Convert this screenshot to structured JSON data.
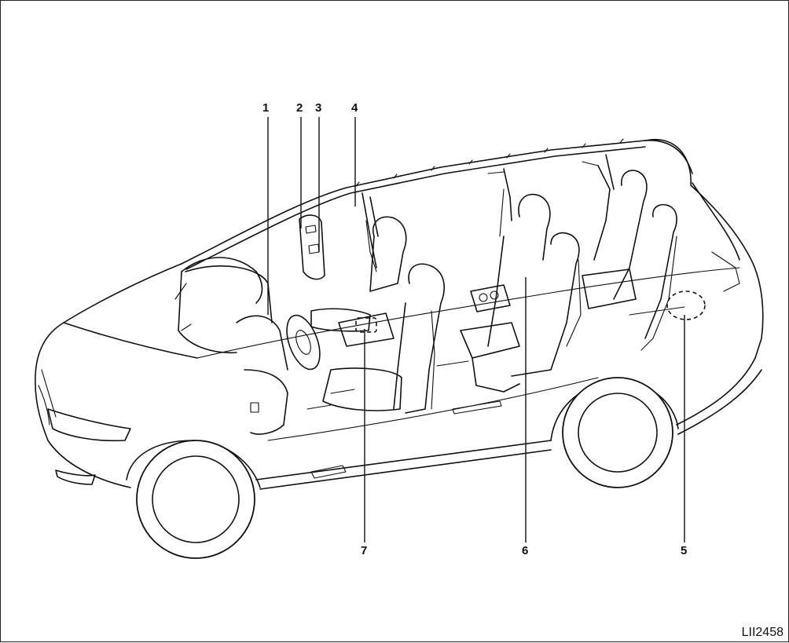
{
  "diagram": {
    "callouts": [
      "1",
      "2",
      "3",
      "4",
      "5",
      "6",
      "7"
    ],
    "figure_code": "LII2458"
  }
}
